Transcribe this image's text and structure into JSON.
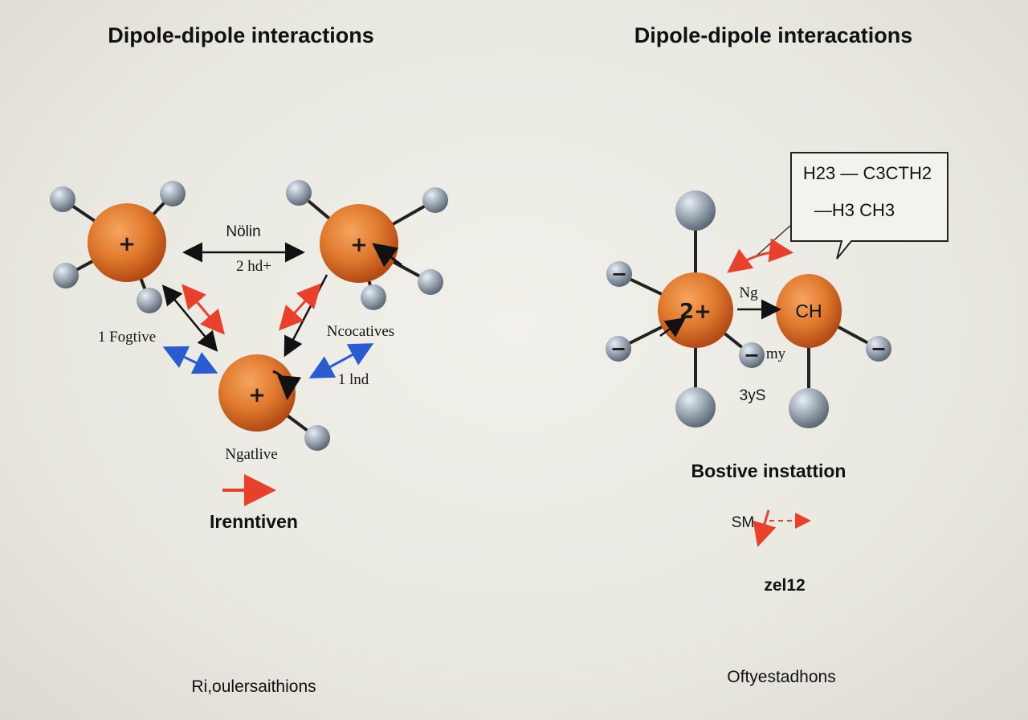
{
  "left_panel": {
    "title": "Dipole-dipole interactions",
    "label_top_1": "Nölin",
    "label_top_2": "2 hd+",
    "label_left": "1 Fogtive",
    "label_right": "Ncocatives",
    "label_right_2": "1 lnd",
    "label_bottom": "Ngatlive",
    "bottom_heading": "Irenntiven",
    "footer": "Ri,oulersaithions"
  },
  "right_panel": {
    "title": "Dipole-dipole interacations",
    "box_line_1": "H23 — C3CTH2",
    "box_line_2": "—H3 CH3",
    "central_atom_label": "2+",
    "arrow_label": "Ng",
    "ch_atom_label": "CH",
    "label_my": "my",
    "label_3ys": "3yS",
    "heading": "Bostive instattion",
    "sm_label": "SM",
    "zel_label": "zel12",
    "footer": "Oftyestadhons"
  },
  "atoms": {
    "positive_sign": "+",
    "negative_sign": "−"
  },
  "colors": {
    "charged_atom": "#e07a2e",
    "neutral_atom": "#9aa6b2",
    "red_arrow": "#e8402a",
    "blue_arrow": "#2a5bd0"
  }
}
